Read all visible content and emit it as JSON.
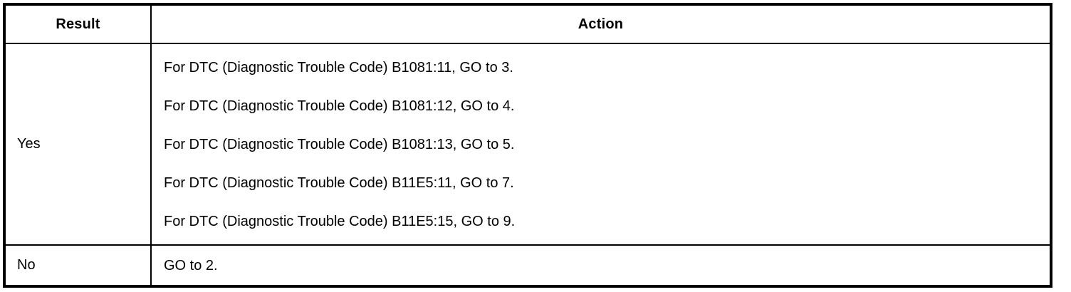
{
  "document": {
    "kind": "diagnostic-results-table",
    "colors": {
      "background": "#ffffff",
      "border": "#000000",
      "text": "#000000"
    },
    "table": {
      "headers": {
        "result": "Result",
        "action": "Action"
      },
      "rows": [
        {
          "result": "Yes",
          "actions": [
            "For DTC (Diagnostic Trouble Code) B1081:11, GO to 3.",
            "For DTC (Diagnostic Trouble Code) B1081:12, GO to 4.",
            "For DTC (Diagnostic Trouble Code) B1081:13, GO to 5.",
            "For DTC (Diagnostic Trouble Code) B11E5:11, GO to 7.",
            "For DTC (Diagnostic Trouble Code) B11E5:15, GO to 9."
          ]
        },
        {
          "result": "No",
          "actions": [
            "GO to 2."
          ]
        }
      ]
    }
  }
}
